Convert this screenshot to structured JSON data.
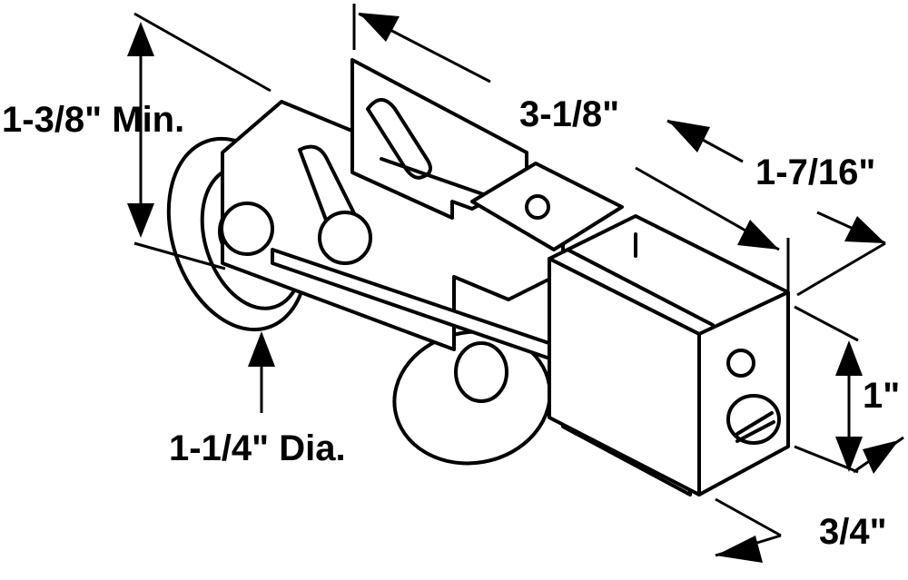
{
  "diagram": {
    "labels": {
      "height_min": "1-3/8\" Min.",
      "overall_length": "3-1/8\"",
      "width": "1-7/16\"",
      "wheel_diameter": "1-1/4\" Dia.",
      "body_height": "1\"",
      "body_width": "3/4\""
    }
  }
}
